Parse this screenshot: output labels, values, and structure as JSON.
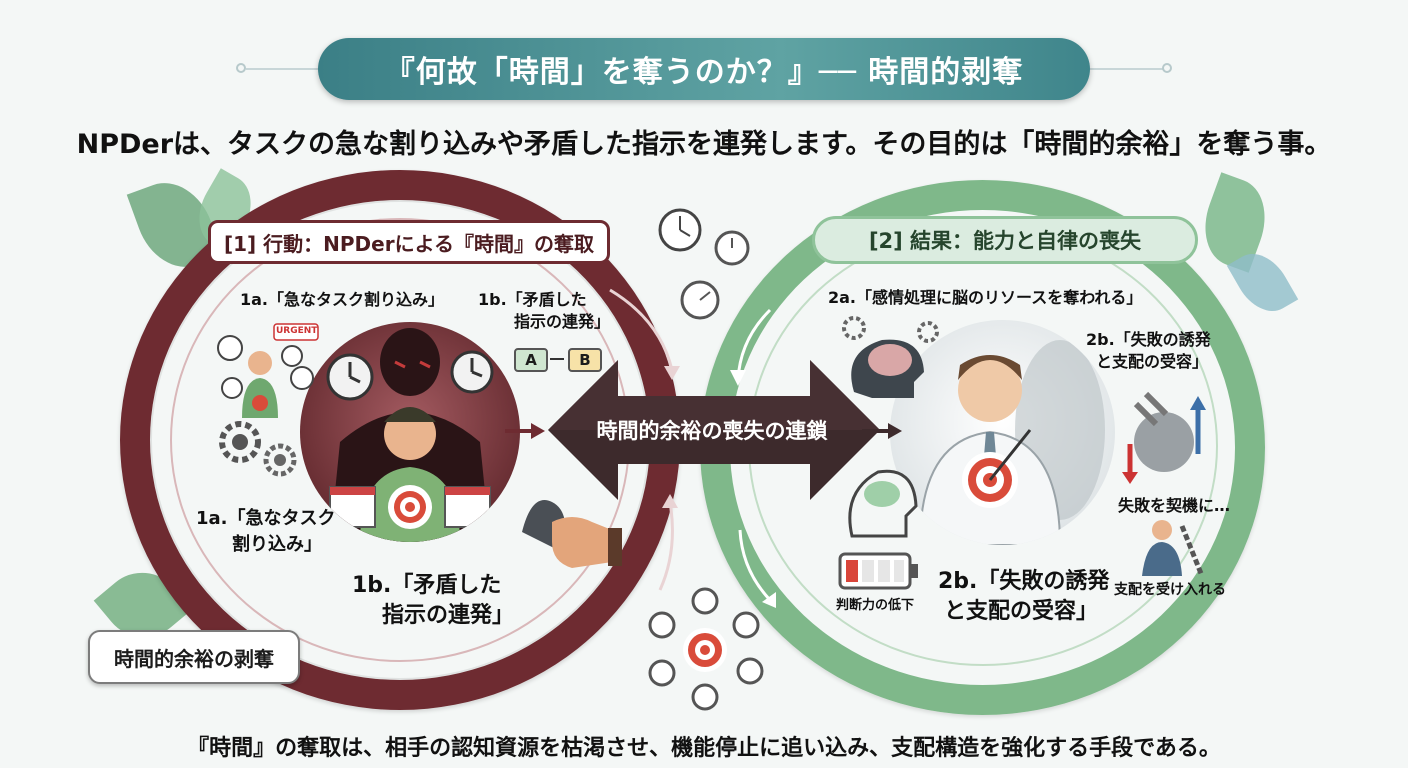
{
  "title": "『何故「時間」を奪うのか？』── 時間的剥奪",
  "subtitle": "NPDerは、タスクの急な割り込みや矛盾した指示を連発します。その目的は「時間的余裕」を奪う事。",
  "left_section": {
    "header": "[1] 行動：NPDerによる『時間』の奪取",
    "label_1a_top": "1a.「急なタスク割り込み」",
    "label_1b_top_line1": "1b.「矛盾した",
    "label_1b_top_line2": "指示の連発」",
    "urgent_tag": "URGENT",
    "ab_left": "A",
    "ab_right": "B",
    "label_1a_bottom_line1": "1a.「急なタスク",
    "label_1a_bottom_line2": "割り込み」",
    "label_1b_bottom_line1": "1b.「矛盾した",
    "label_1b_bottom_line2": "指示の連発」",
    "badge": "時間的余裕の剥奪"
  },
  "center": {
    "arrow_text": "時間的余裕の喪失の連鎖"
  },
  "right_section": {
    "header": "[2] 結果：能力と自律の喪失",
    "label_2a": "2a.「感情処理に脳のリソースを奪われる」",
    "label_2b_top_line1": "2b.「失敗の誘発",
    "label_2b_top_line2": "と支配の受容」",
    "label_failure": "失敗を契機に…",
    "label_battery": "判断力の低下",
    "label_2b_bottom_line1": "2b.「失敗の誘発",
    "label_2b_bottom_line2": "と支配の受容」",
    "label_accept": "支配を受け入れる"
  },
  "footer": "『時間』の奪取は、相手の認知資源を枯渇させ、機能停止に追い込み、支配構造を強化する手段である。",
  "colors": {
    "left_ring": "#6e2b31",
    "right_ring": "#7fb88a",
    "title_pill": "#4a8f94",
    "center_arrow": "#3d2a2c"
  }
}
